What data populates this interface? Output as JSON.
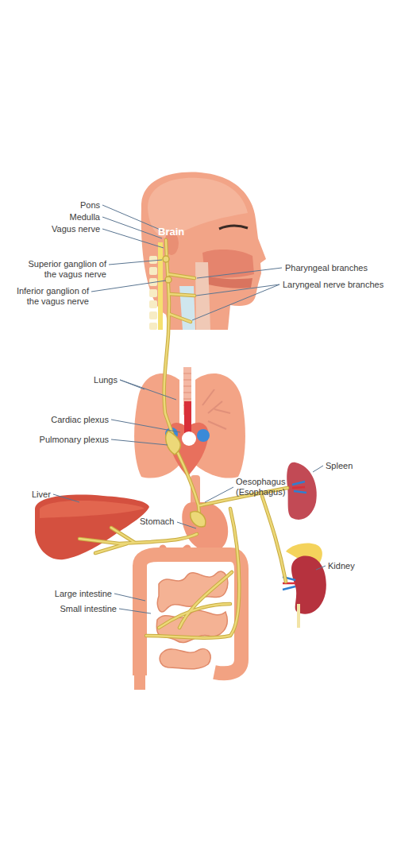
{
  "diagram": {
    "labels": [
      "Brain",
      "Pons",
      "Medulla",
      "Vagus nerve",
      "Superior ganglion of the vagus nerve",
      "Inferior ganglion of the vagus nerve",
      "Pharyngeal branches",
      "Laryngeal nerve branches",
      "Lungs",
      "Cardiac plexus",
      "Pulmonary plexus",
      "Liver",
      "Stomach",
      "Oesophagus (Esophagus)",
      "Spleen",
      "Kidney",
      "Large intestine",
      "Small intestine"
    ]
  }
}
